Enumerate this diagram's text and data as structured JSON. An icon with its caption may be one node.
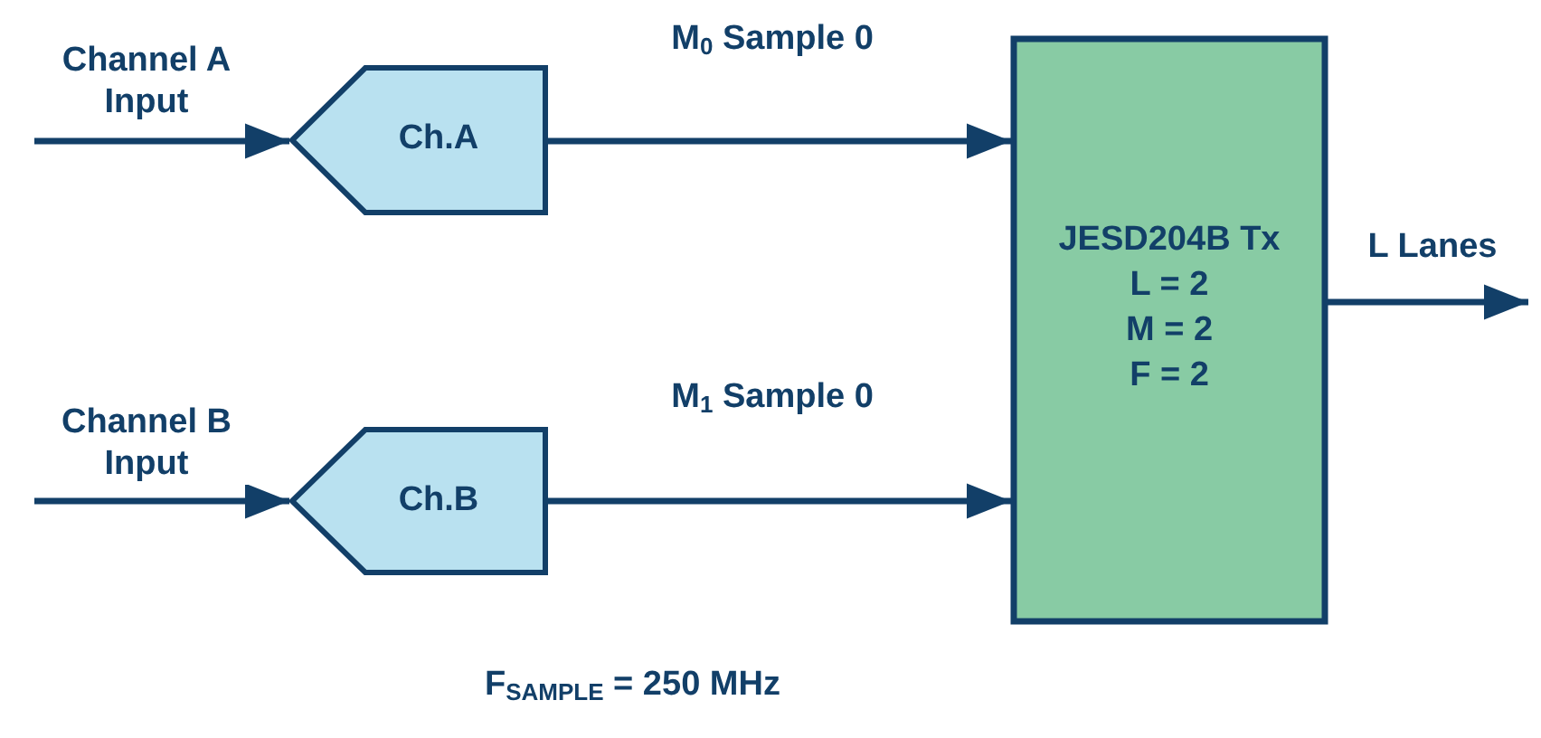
{
  "diagram": {
    "nodes": [
      {
        "text": [
          "Ch.A"
        ]
      },
      {
        "text": [
          "Ch.B"
        ]
      },
      {
        "text": [
          "JESD204B Tx",
          "L = 2",
          "M = 2",
          "F = 2"
        ]
      }
    ],
    "edges": [
      {
        "from": null,
        "to": 0,
        "arrow": "to",
        "label": "Channel A Input"
      },
      {
        "from": 0,
        "to": 2,
        "arrow": "to",
        "label": "M$_{0}$ Sample 0"
      },
      {
        "from": null,
        "to": 1,
        "arrow": "to",
        "label": "Channel B Input"
      },
      {
        "from": 1,
        "to": 2,
        "arrow": "to",
        "label": "M$_{1}$ Sample 0"
      },
      {
        "from": 2,
        "to": null,
        "arrow": "to",
        "label": "L Lanes"
      }
    ],
    "labels": [
      "F$_{SAMPLE}$ = 250 MHz"
    ]
  }
}
